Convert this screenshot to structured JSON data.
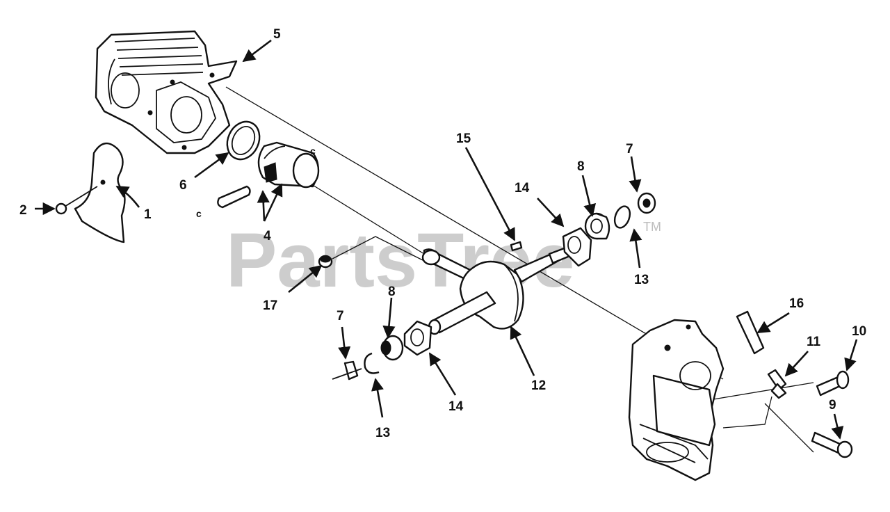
{
  "watermark": {
    "text": "PartsTree",
    "mark": "TM"
  },
  "callouts": [
    {
      "id": "1",
      "label": "1"
    },
    {
      "id": "2",
      "label": "2"
    },
    {
      "id": "4",
      "label": "4"
    },
    {
      "id": "5",
      "label": "5"
    },
    {
      "id": "6",
      "label": "6"
    },
    {
      "id": "7a",
      "label": "7"
    },
    {
      "id": "7b",
      "label": "7"
    },
    {
      "id": "8a",
      "label": "8"
    },
    {
      "id": "8b",
      "label": "8"
    },
    {
      "id": "9",
      "label": "9"
    },
    {
      "id": "10",
      "label": "10"
    },
    {
      "id": "11",
      "label": "11"
    },
    {
      "id": "12",
      "label": "12"
    },
    {
      "id": "13a",
      "label": "13"
    },
    {
      "id": "13b",
      "label": "13"
    },
    {
      "id": "14a",
      "label": "14"
    },
    {
      "id": "14b",
      "label": "14"
    },
    {
      "id": "15",
      "label": "15"
    },
    {
      "id": "16",
      "label": "16"
    },
    {
      "id": "17",
      "label": "17"
    }
  ]
}
